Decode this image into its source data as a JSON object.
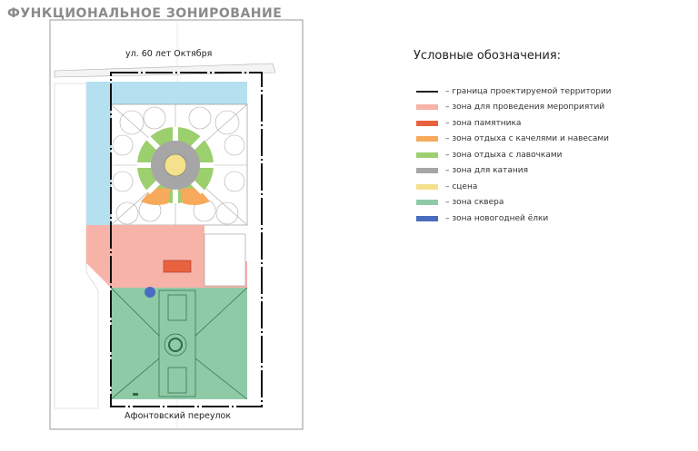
{
  "title": "ФУНКЦИОНАЛЬНОЕ ЗОНИРОВАНИЕ",
  "map": {
    "street_top": "ул. 60 лет Октября",
    "street_bottom": "Афонтовский переулок"
  },
  "legend": {
    "title": "Условные обозначения:",
    "items": [
      {
        "label": "– граница проектируемой территории",
        "type": "line",
        "color": "#222222"
      },
      {
        "label": "– зона для проведения мероприятий",
        "type": "swatch",
        "color": "#f7b3a8"
      },
      {
        "label": "– зона памятника",
        "type": "swatch",
        "color": "#e8623f"
      },
      {
        "label": "– зона отдыха с качелями и навесами",
        "type": "swatch",
        "color": "#f7a95c"
      },
      {
        "label": "– зона отдыха с лавочками",
        "type": "swatch",
        "color": "#9ccf6e"
      },
      {
        "label": "– зона для катания",
        "type": "swatch",
        "color": "#a6a6a6"
      },
      {
        "label": "– сцена",
        "type": "swatch",
        "color": "#f5e08c"
      },
      {
        "label": "– зона сквера",
        "type": "swatch",
        "color": "#8fcaa6"
      },
      {
        "label": "– зона новогодней ёлки",
        "type": "swatch",
        "color": "#4a6cc0"
      }
    ]
  }
}
